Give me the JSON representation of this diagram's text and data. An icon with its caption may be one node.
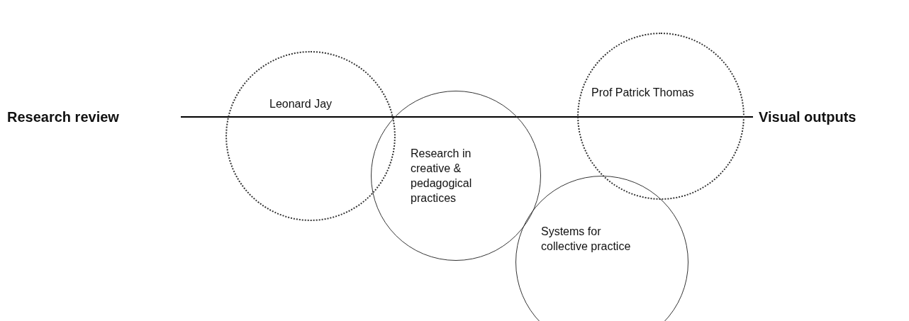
{
  "diagram": {
    "nodes": [
      {
        "text": [
          "Research review"
        ]
      },
      {
        "text": [
          "Leonard Jay"
        ]
      },
      {
        "text": [
          "Research in creative & pedagogical practices"
        ]
      },
      {
        "text": [
          "Prof Patrick Thomas"
        ]
      },
      {
        "text": [
          "Visual outputs"
        ]
      },
      {
        "text": [
          "Systems for collective practice"
        ]
      }
    ]
  }
}
